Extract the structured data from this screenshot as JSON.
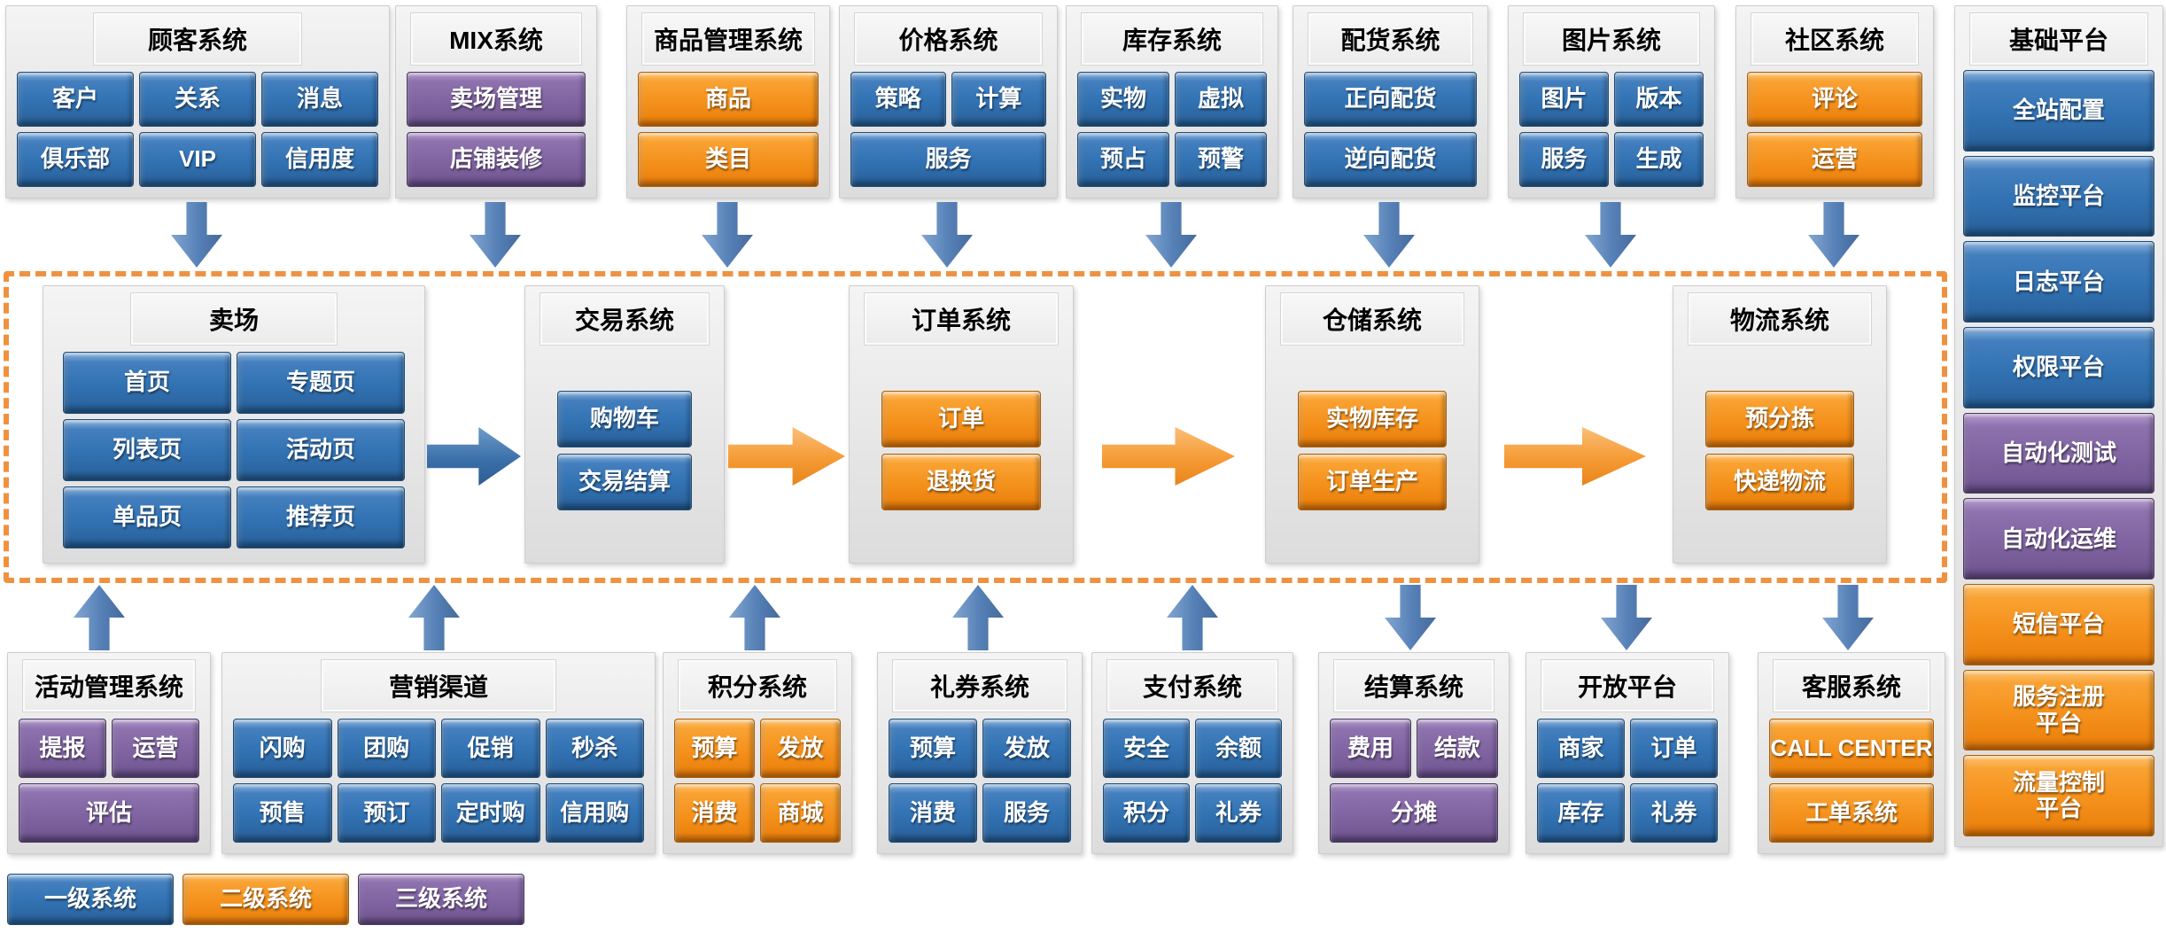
{
  "palette": {
    "level1_blue": "#3273b4",
    "level2_orange": "#f5921d",
    "level3_purple": "#8165a3",
    "core_dashed_border": "#ef9240",
    "panel_gray": "#e9e9e9"
  },
  "sections": {
    "customer": {
      "title": "顾客系统",
      "rows": [
        [
          {
            "label": "客户",
            "type": "blue"
          },
          {
            "label": "关系",
            "type": "blue"
          },
          {
            "label": "消息",
            "type": "blue"
          }
        ],
        [
          {
            "label": "俱乐部",
            "type": "blue"
          },
          {
            "label": "VIP",
            "type": "blue"
          },
          {
            "label": "信用度",
            "type": "blue"
          }
        ]
      ]
    },
    "mix": {
      "title": "MIX系统",
      "rows": [
        [
          {
            "label": "卖场管理",
            "type": "purple"
          }
        ],
        [
          {
            "label": "店铺装修",
            "type": "purple"
          }
        ]
      ]
    },
    "product": {
      "title": "商品管理系统",
      "rows": [
        [
          {
            "label": "商品",
            "type": "orange"
          }
        ],
        [
          {
            "label": "类目",
            "type": "orange"
          }
        ]
      ]
    },
    "price": {
      "title": "价格系统",
      "rows": [
        [
          {
            "label": "策略",
            "type": "blue"
          },
          {
            "label": "计算",
            "type": "blue"
          }
        ],
        [
          {
            "label": "服务",
            "type": "blue"
          }
        ]
      ]
    },
    "inventory": {
      "title": "库存系统",
      "rows": [
        [
          {
            "label": "实物",
            "type": "blue"
          },
          {
            "label": "虚拟",
            "type": "blue"
          }
        ],
        [
          {
            "label": "预占",
            "type": "blue"
          },
          {
            "label": "预警",
            "type": "blue"
          }
        ]
      ]
    },
    "allocation": {
      "title": "配货系统",
      "rows": [
        [
          {
            "label": "正向配货",
            "type": "blue"
          }
        ],
        [
          {
            "label": "逆向配货",
            "type": "blue"
          }
        ]
      ]
    },
    "picture": {
      "title": "图片系统",
      "rows": [
        [
          {
            "label": "图片",
            "type": "blue"
          },
          {
            "label": "版本",
            "type": "blue"
          }
        ],
        [
          {
            "label": "服务",
            "type": "blue"
          },
          {
            "label": "生成",
            "type": "blue"
          }
        ]
      ]
    },
    "community": {
      "title": "社区系统",
      "rows": [
        [
          {
            "label": "评论",
            "type": "orange"
          }
        ],
        [
          {
            "label": "运营",
            "type": "orange"
          }
        ]
      ]
    },
    "base": {
      "title": "基础平台",
      "rows": [
        [
          {
            "label": "全站配置",
            "type": "blue"
          }
        ],
        [
          {
            "label": "监控平台",
            "type": "blue"
          }
        ],
        [
          {
            "label": "日志平台",
            "type": "blue"
          }
        ],
        [
          {
            "label": "权限平台",
            "type": "blue"
          }
        ],
        [
          {
            "label": "自动化测试",
            "type": "purple"
          }
        ],
        [
          {
            "label": "自动化运维",
            "type": "purple"
          }
        ],
        [
          {
            "label": "短信平台",
            "type": "orange"
          }
        ],
        [
          {
            "label": "服务注册\n平台",
            "type": "orange"
          }
        ],
        [
          {
            "label": "流量控制\n平台",
            "type": "orange"
          }
        ]
      ]
    },
    "mall": {
      "title": "卖场",
      "rows": [
        [
          {
            "label": "首页",
            "type": "blue"
          },
          {
            "label": "专题页",
            "type": "blue"
          }
        ],
        [
          {
            "label": "列表页",
            "type": "blue"
          },
          {
            "label": "活动页",
            "type": "blue"
          }
        ],
        [
          {
            "label": "单品页",
            "type": "blue"
          },
          {
            "label": "推荐页",
            "type": "blue"
          }
        ]
      ]
    },
    "trade": {
      "title": "交易系统",
      "rows": [
        [
          {
            "label": "购物车",
            "type": "blue"
          }
        ],
        [
          {
            "label": "交易结算",
            "type": "blue"
          }
        ]
      ]
    },
    "order": {
      "title": "订单系统",
      "rows": [
        [
          {
            "label": "订单",
            "type": "orange"
          }
        ],
        [
          {
            "label": "退换货",
            "type": "orange"
          }
        ]
      ]
    },
    "warehouse": {
      "title": "仓储系统",
      "rows": [
        [
          {
            "label": "实物库存",
            "type": "orange"
          }
        ],
        [
          {
            "label": "订单生产",
            "type": "orange"
          }
        ]
      ]
    },
    "logistics": {
      "title": "物流系统",
      "rows": [
        [
          {
            "label": "预分拣",
            "type": "orange"
          }
        ],
        [
          {
            "label": "快递物流",
            "type": "orange"
          }
        ]
      ]
    },
    "activity": {
      "title": "活动管理系统",
      "rows": [
        [
          {
            "label": "提报",
            "type": "purple"
          },
          {
            "label": "运营",
            "type": "purple"
          }
        ],
        [
          {
            "label": "评估",
            "type": "purple"
          }
        ]
      ]
    },
    "marketing": {
      "title": "营销渠道",
      "rows": [
        [
          {
            "label": "闪购",
            "type": "blue"
          },
          {
            "label": "团购",
            "type": "blue"
          },
          {
            "label": "促销",
            "type": "blue"
          },
          {
            "label": "秒杀",
            "type": "blue"
          }
        ],
        [
          {
            "label": "预售",
            "type": "blue"
          },
          {
            "label": "预订",
            "type": "blue"
          },
          {
            "label": "定时购",
            "type": "blue"
          },
          {
            "label": "信用购",
            "type": "blue"
          }
        ]
      ]
    },
    "points": {
      "title": "积分系统",
      "rows": [
        [
          {
            "label": "预算",
            "type": "orange"
          },
          {
            "label": "发放",
            "type": "orange"
          }
        ],
        [
          {
            "label": "消费",
            "type": "orange"
          },
          {
            "label": "商城",
            "type": "orange"
          }
        ]
      ]
    },
    "coupon": {
      "title": "礼券系统",
      "rows": [
        [
          {
            "label": "预算",
            "type": "blue"
          },
          {
            "label": "发放",
            "type": "blue"
          }
        ],
        [
          {
            "label": "消费",
            "type": "blue"
          },
          {
            "label": "服务",
            "type": "blue"
          }
        ]
      ]
    },
    "payment": {
      "title": "支付系统",
      "rows": [
        [
          {
            "label": "安全",
            "type": "blue"
          },
          {
            "label": "余额",
            "type": "blue"
          }
        ],
        [
          {
            "label": "积分",
            "type": "blue"
          },
          {
            "label": "礼券",
            "type": "blue"
          }
        ]
      ]
    },
    "settlement": {
      "title": "结算系统",
      "rows": [
        [
          {
            "label": "费用",
            "type": "purple"
          },
          {
            "label": "结款",
            "type": "purple"
          }
        ],
        [
          {
            "label": "分摊",
            "type": "purple"
          }
        ]
      ]
    },
    "open": {
      "title": "开放平台",
      "rows": [
        [
          {
            "label": "商家",
            "type": "blue"
          },
          {
            "label": "订单",
            "type": "blue"
          }
        ],
        [
          {
            "label": "库存",
            "type": "blue"
          },
          {
            "label": "礼券",
            "type": "blue"
          }
        ]
      ]
    },
    "service": {
      "title": "客服系统",
      "rows": [
        [
          {
            "label": "CALL CENTER",
            "type": "orange"
          }
        ],
        [
          {
            "label": "工单系统",
            "type": "orange"
          }
        ]
      ]
    }
  },
  "legend": {
    "rows": [
      [
        {
          "label": "一级系统",
          "type": "blue"
        },
        {
          "label": "二级系统",
          "type": "orange"
        },
        {
          "label": "三级系统",
          "type": "purple"
        }
      ]
    ]
  }
}
